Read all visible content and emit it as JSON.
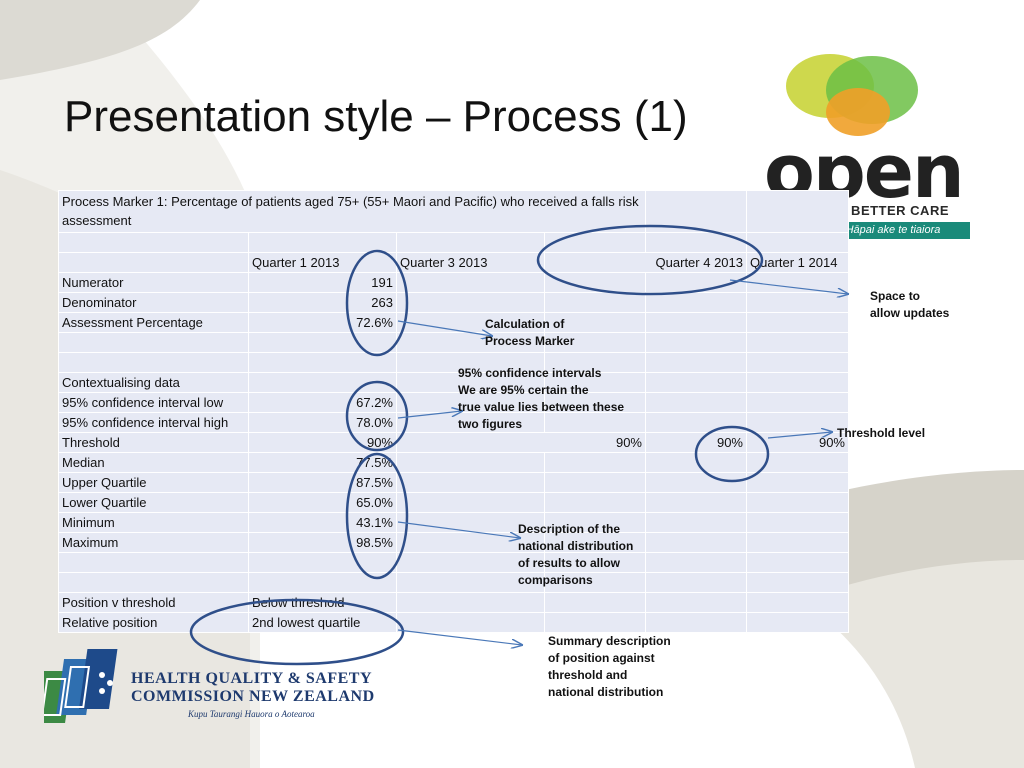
{
  "slide": {
    "title": "Presentation style – Process (1)"
  },
  "logo_open": {
    "word": "open",
    "tagline": "FOR BETTER CARE",
    "strip": "Hāpai ake te tiaiora"
  },
  "table": {
    "description": "Process Marker 1: Percentage of patients aged 75+ (55+ Maori and Pacific) who received a falls risk assessment",
    "headers": [
      "Quarter 1 2013",
      "Quarter 3 2013",
      "Quarter 4 2013",
      "Quarter 1 2014"
    ],
    "rows": {
      "numerator": {
        "label": "Numerator",
        "value": "191"
      },
      "denominator": {
        "label": "Denominator",
        "value": "263"
      },
      "assessment": {
        "label": "Assessment Percentage",
        "value": "72.6%"
      },
      "contextual": {
        "label": "Contextualising data"
      },
      "ci_low": {
        "label": "95% confidence interval low",
        "value": "67.2%"
      },
      "ci_high": {
        "label": "95% confidence interval high",
        "value": "78.0%"
      },
      "threshold": {
        "label": "Threshold",
        "values": [
          "90%",
          "90%",
          "90%",
          "90%"
        ]
      },
      "median": {
        "label": "Median",
        "value": "77.5%"
      },
      "upper_quartile": {
        "label": "Upper Quartile",
        "value": "87.5%"
      },
      "lower_quartile": {
        "label": "Lower Quartile",
        "value": "65.0%"
      },
      "minimum": {
        "label": "Minimum",
        "value": "43.1%"
      },
      "maximum": {
        "label": "Maximum",
        "value": "98.5%"
      },
      "position": {
        "label": "Position v threshold",
        "value": "Below threshold"
      },
      "relative": {
        "label": "Relative position",
        "value": "2nd lowest quartile"
      }
    }
  },
  "annotations": {
    "space_updates": [
      "Space to",
      "allow updates"
    ],
    "calculation": [
      "Calculation of",
      "Process Marker"
    ],
    "confidence": [
      "95% confidence intervals",
      "We are 95% certain the",
      "true value lies between these",
      "two figures"
    ],
    "threshold_level": [
      "Threshold level"
    ],
    "national_distribution": [
      "Description of the",
      "national distribution",
      "of results to allow",
      "comparisons"
    ],
    "summary": [
      "Summary description",
      "of position against",
      "threshold and",
      "national distribution"
    ]
  },
  "logo_hqsc": {
    "line1": "HEALTH QUALITY & SAFETY",
    "line2": "COMMISSION NEW ZEALAND",
    "sub": "Kupu Taurangi Hauora o Aotearoa"
  },
  "colors": {
    "table_fill": "#e6e9f4",
    "annotation_stroke": "#2f4f8a",
    "arrow": "#4a78b8",
    "logo_yellow": "#c9d43a",
    "logo_green": "#6cbf45",
    "logo_orange": "#f0a028",
    "strip_teal": "#1a8a7a"
  }
}
